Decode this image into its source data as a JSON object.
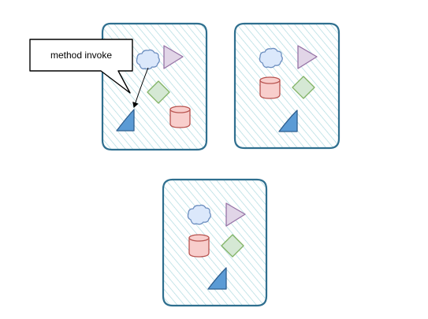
{
  "callout": {
    "text": "method invoke"
  },
  "containers": [
    {
      "id": "container-1",
      "shapes": [
        "cloud",
        "triangle",
        "diamond",
        "cylinder",
        "wedge"
      ]
    },
    {
      "id": "container-2",
      "shapes": [
        "cloud",
        "triangle",
        "cylinder",
        "diamond",
        "wedge"
      ]
    },
    {
      "id": "container-3",
      "shapes": [
        "cloud",
        "triangle",
        "cylinder",
        "diamond",
        "wedge"
      ]
    }
  ],
  "colors": {
    "container_stroke": "#2f6f8f",
    "hatch": "#a8d8de",
    "cloud_fill": "#dbe8fb",
    "cloud_stroke": "#6c8ebf",
    "triangle_fill": "#e1d5e7",
    "triangle_stroke": "#9673a6",
    "diamond_fill": "#d5e8d4",
    "diamond_stroke": "#82b366",
    "cylinder_fill": "#f8cecc",
    "cylinder_stroke": "#b85450",
    "wedge_fill": "#5b9bd5",
    "wedge_stroke": "#2f5f8f"
  }
}
